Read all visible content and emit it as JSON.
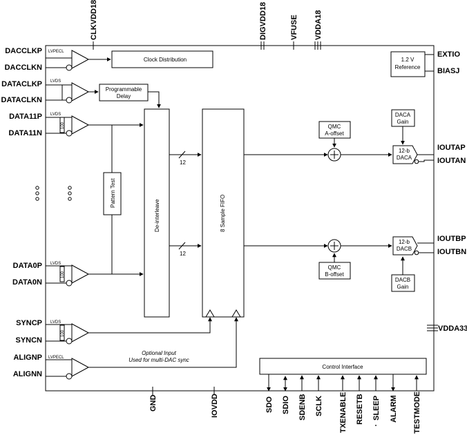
{
  "pins": {
    "top": {
      "clkvdd18": "CLKVDD18",
      "digvdd18": "DIGVDD18",
      "vfuse": "VFUSE",
      "vdda18": "VDDA18"
    },
    "left": {
      "dacclkp": "DACCLKP",
      "dacclkn": "DACCLKN",
      "dataclkp": "DATACLKP",
      "dataclkn": "DATACLKN",
      "data11p": "DATA11P",
      "data11n": "DATA11N",
      "data0p": "DATA0P",
      "data0n": "DATA0N",
      "syncp": "SYNCP",
      "syncn": "SYNCN",
      "alignp": "ALIGNP",
      "alignn": "ALIGNN"
    },
    "right": {
      "extio": "EXTIO",
      "biasj": "BIASJ",
      "ioutap": "IOUTAP",
      "ioutan": "IOUTAN",
      "ioutbp": "IOUTBP",
      "ioutbn": "IOUTBN",
      "vdda33": "VDDA33"
    },
    "bottom": {
      "gnd": "GND",
      "iovdd": "IOVDD",
      "sdo": "SDO",
      "sdio": "SDIO",
      "sdenb": "SDENB",
      "sclk": "SCLK",
      "txenable": "TXENABLE",
      "resetb": "RESETB",
      "sleep": "SLEEP",
      "alarm": "ALARM",
      "testmode": "TESTMODE"
    }
  },
  "blocks": {
    "clock_distribution": "Clock Distribution",
    "programmable_delay_1": "Programmable",
    "programmable_delay_2": "Delay",
    "reference_1": "1.2 V",
    "reference_2": "Reference",
    "deinterleave": "De-interleave",
    "fifo": "8 Sample FIFO",
    "pattern_test": "Pattern Test",
    "qmc_a_1": "QMC",
    "qmc_a_2": "A-offset",
    "qmc_b_1": "QMC",
    "qmc_b_2": "B-offset",
    "daca_gain_1": "DACA",
    "daca_gain_2": "Gain",
    "dacb_gain_1": "DACB",
    "dacb_gain_2": "Gain",
    "daca_1": "12-b",
    "daca_2": "DACA",
    "dacb_1": "12-b",
    "dacb_2": "DACB",
    "control_interface": "Control Interface"
  },
  "receivers": {
    "lvpecl": "LVPECL",
    "lvds": "LVDS",
    "termination": "100"
  },
  "bus": {
    "width_top": "12",
    "width_bottom": "12"
  },
  "annotations": {
    "optional_input": "Optional Input",
    "multi_dac_sync": "Used for multi-DAC sync",
    "ellipsis": "."
  }
}
